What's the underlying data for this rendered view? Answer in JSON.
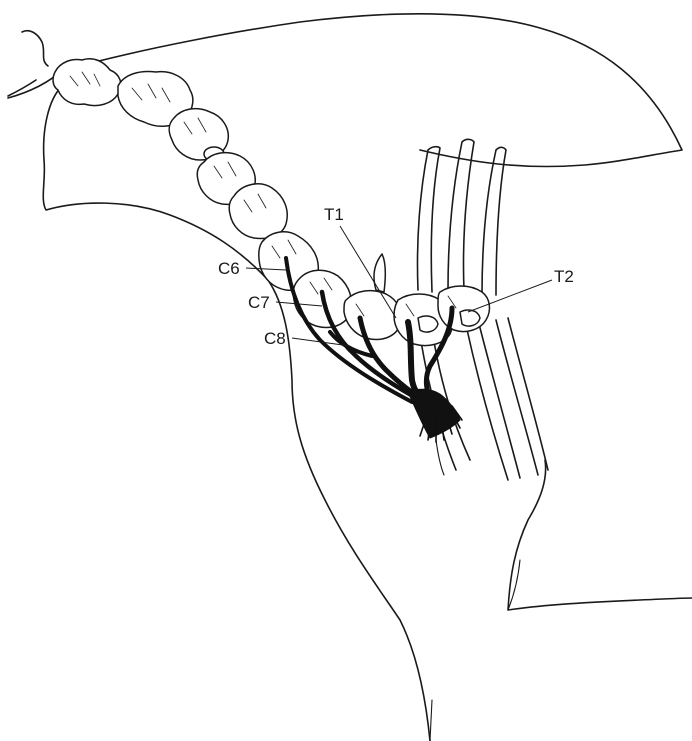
{
  "figure": {
    "labels": {
      "c6": "C6",
      "c7": "C7",
      "c8": "C8",
      "t1": "T1",
      "t2": "T2"
    }
  }
}
